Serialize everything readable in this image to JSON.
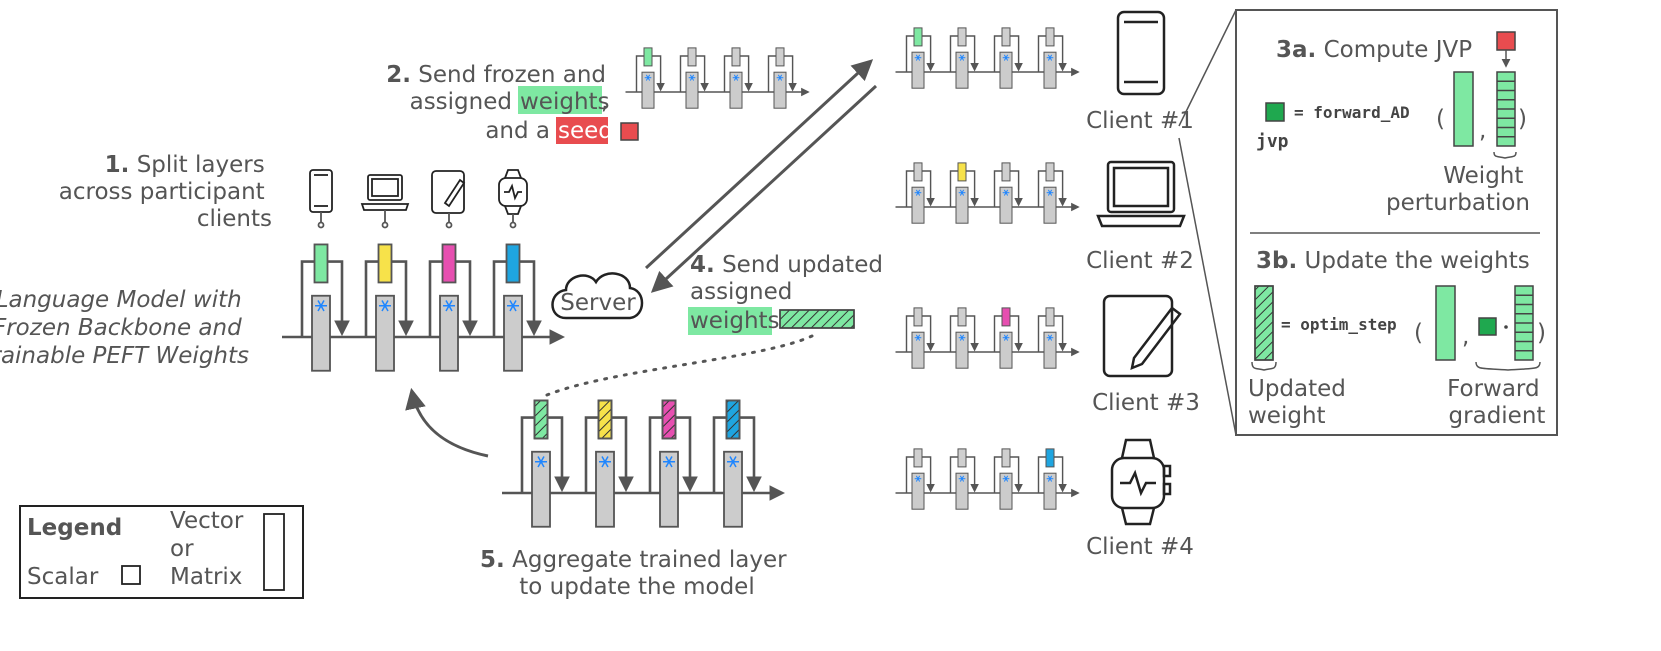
{
  "steps": {
    "s1_num": "1.",
    "s1_line1": "Split layers",
    "s1_line2": "across participant",
    "s1_line3": "clients",
    "s2_num": "2.",
    "s2_line1": "Send frozen and",
    "s2_line2_a": "assigned",
    "s2_line2_hl": "weights",
    "s2_line2_c": ",",
    "s2_line3_a": "and a",
    "s2_line3_hl": "seed",
    "s3a_num": "3a.",
    "s3a_text": "Compute JVP",
    "s3b_num": "3b.",
    "s3b_text": "Update the weights",
    "s4_num": "4.",
    "s4_line1": "Send updated",
    "s4_line2": "assigned",
    "s4_line3_hl": "weights",
    "s5_num": "5.",
    "s5_line1": "Aggregate trained layer",
    "s5_line2": "to update the model"
  },
  "model_caption": {
    "line1": "A Language Model with",
    "line2": "Frozen Backbone and",
    "line3": "Trainable PEFT Weights"
  },
  "server_label": "Server",
  "clients": [
    "Client #1",
    "Client #2",
    "Client #3",
    "Client #4"
  ],
  "jvp_panel": {
    "eq1": "= forward_AD",
    "jvp": "jvp",
    "weight_pert_1": "Weight",
    "weight_pert_2": "perturbation",
    "eq2": "= optim_step",
    "updated_1": "Updated",
    "updated_2": "weight",
    "forward_1": "Forward",
    "forward_2": "gradient"
  },
  "legend": {
    "title": "Legend",
    "scalar": "Scalar",
    "vector_1": "Vector",
    "vector_2": "or",
    "vector_3": "Matrix"
  },
  "colors": {
    "green": "#7ee8a2",
    "yellow": "#f7e24a",
    "pink": "#e64fb0",
    "blue": "#1fa5e0",
    "red": "#e84c4f",
    "dark_green": "#1fa84f",
    "gray": "#cccccc",
    "stroke": "#555555"
  }
}
